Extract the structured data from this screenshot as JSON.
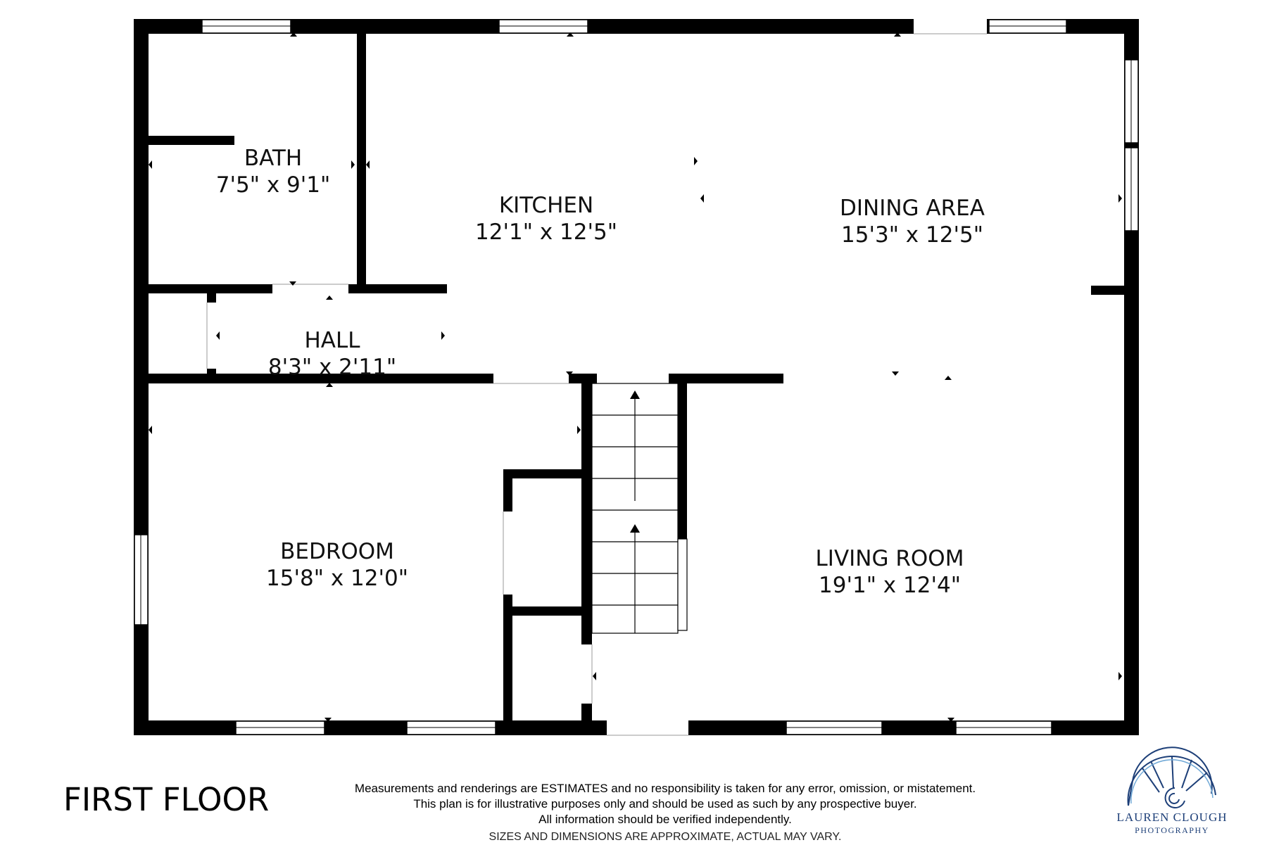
{
  "rooms": {
    "bath": {
      "name": "BATH",
      "dims": "7'5\" x 9'1\""
    },
    "kitchen": {
      "name": "KITCHEN",
      "dims": "12'1\" x 12'5\""
    },
    "dining": {
      "name": "DINING AREA",
      "dims": "15'3\" x 12'5\""
    },
    "hall": {
      "name": "HALL",
      "dims": "8'3\" x 2'11\""
    },
    "bedroom": {
      "name": "BEDROOM",
      "dims": "15'8\" x 12'0\""
    },
    "living": {
      "name": "LIVING ROOM",
      "dims": "19'1\" x 12'4\""
    }
  },
  "floor_title": "FIRST FLOOR",
  "disclaimer": {
    "line1": "Measurements and renderings are ESTIMATES and no responsibility is taken for any error, omission, or mistatement.",
    "line2": "This plan is for illustrative purposes only and should be used as such by any prospective buyer.",
    "line3": "All information should be verified independently.",
    "line4": "SIZES AND DIMENSIONS ARE APPROXIMATE, ACTUAL MAY VARY."
  },
  "logo": {
    "line1": "LAUREN CLOUGH",
    "line2": "PHOTOGRAPHY"
  },
  "colors": {
    "wall": "#000000",
    "logo": "#1d3f78"
  }
}
